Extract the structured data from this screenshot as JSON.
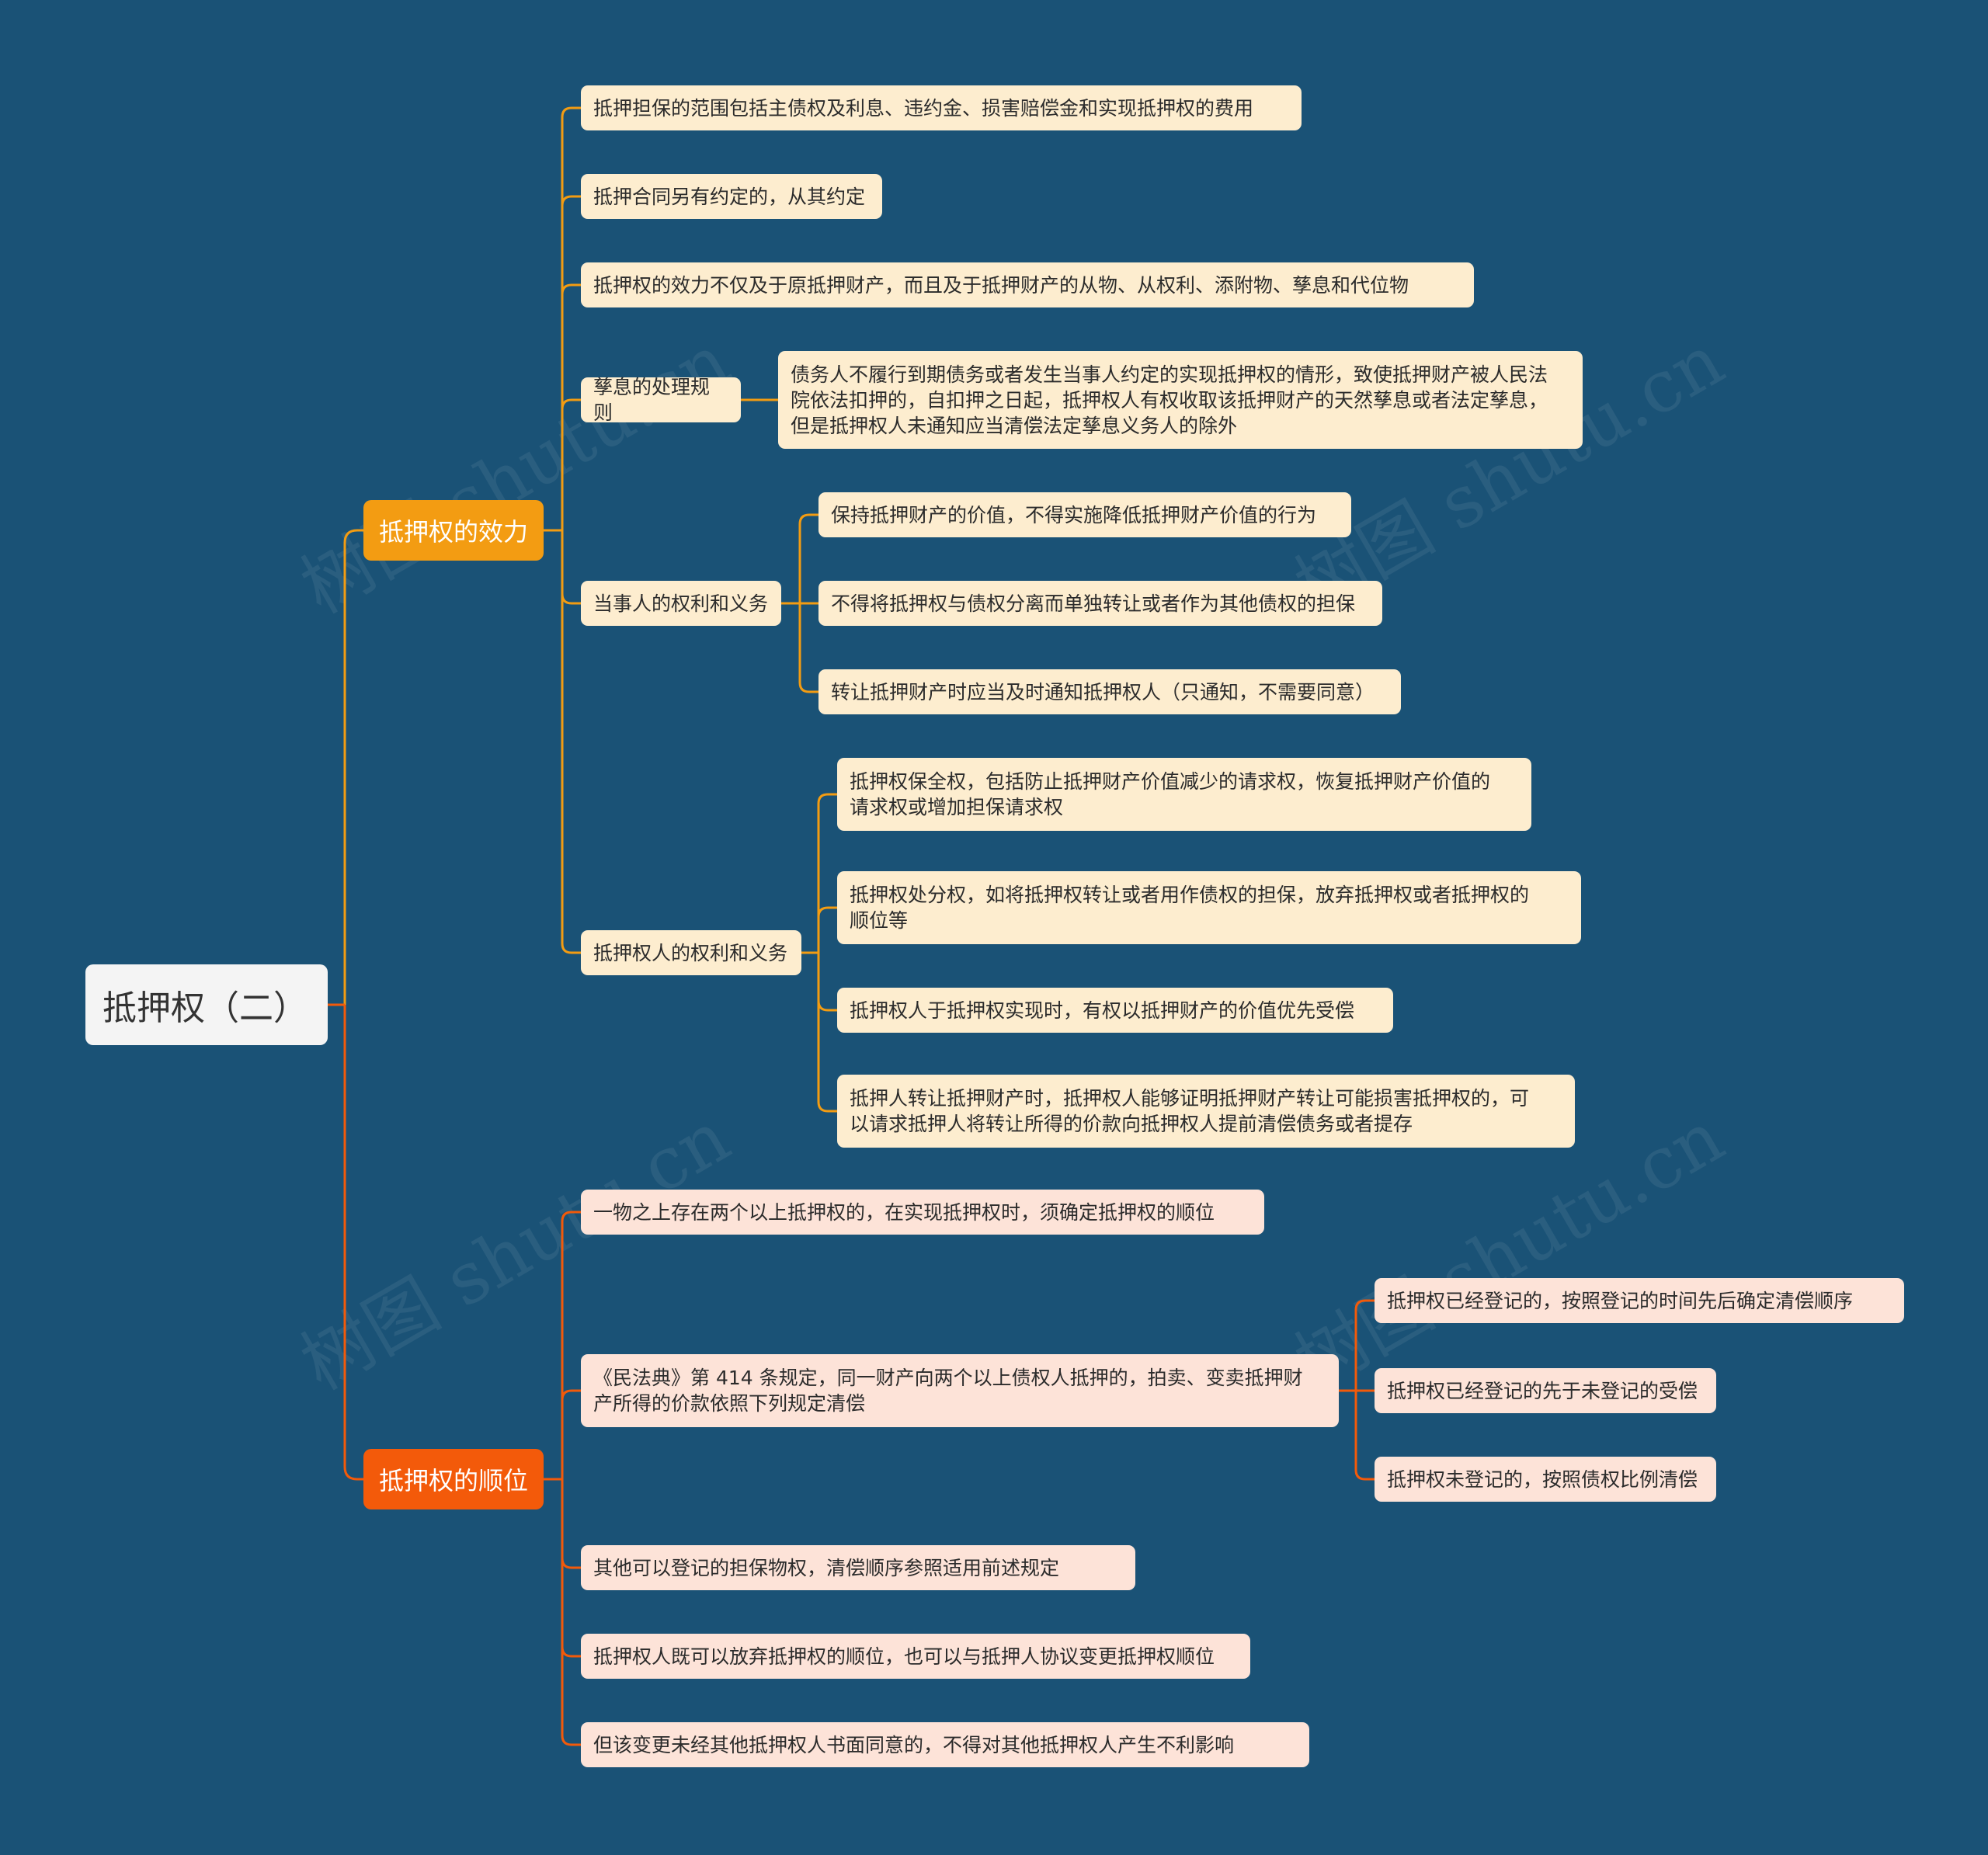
{
  "root": {
    "label": "抵押权（二）"
  },
  "watermark": "树图 shutu.cn",
  "colors": {
    "background": "#1a5276",
    "branch_a": "#f39c12",
    "branch_b": "#f35a0a",
    "leaf_a": "#fdedcf",
    "leaf_b": "#fde3d8"
  },
  "branch_a": {
    "label": "抵押权的效力",
    "n1": "抵押担保的范围包括主债权及利息、违约金、损害赔偿金和实现抵押权的费用",
    "n2": "抵押合同另有约定的，从其约定",
    "n3": "抵押权的效力不仅及于原抵押财产，而且及于抵押财产的从物、从权利、添附物、孳息和代位物",
    "n4": {
      "label": "孳息的处理规则",
      "c1": "债务人不履行到期债务或者发生当事人约定的实现抵押权的情形，致使抵押财产被人民法\n院依法扣押的，自扣押之日起，抵押权人有权收取该抵押财产的天然孳息或者法定孳息，\n但是抵押权人未通知应当清偿法定孳息义务人的除外"
    },
    "n5": {
      "label": "当事人的权利和义务",
      "c1": "保持抵押财产的价值，不得实施降低抵押财产价值的行为",
      "c2": "不得将抵押权与债权分离而单独转让或者作为其他债权的担保",
      "c3": "转让抵押财产时应当及时通知抵押权人（只通知，不需要同意）"
    },
    "n6": {
      "label": "抵押权人的权利和义务",
      "c1": "抵押权保全权，包括防止抵押财产价值减少的请求权，恢复抵押财产价值的\n请求权或增加担保请求权",
      "c2": "抵押权处分权，如将抵押权转让或者用作债权的担保，放弃抵押权或者抵押权的\n顺位等",
      "c3": "抵押权人于抵押权实现时，有权以抵押财产的价值优先受偿",
      "c4": "抵押人转让抵押财产时，抵押权人能够证明抵押财产转让可能损害抵押权的，可\n以请求抵押人将转让所得的价款向抵押权人提前清偿债务或者提存"
    }
  },
  "branch_b": {
    "label": "抵押权的顺位",
    "n1": "一物之上存在两个以上抵押权的，在实现抵押权时，须确定抵押权的顺位",
    "n2": {
      "label": "《民法典》第 414 条规定，同一财产向两个以上债权人抵押的，拍卖、变卖抵押财\n产所得的价款依照下列规定清偿",
      "c1": "抵押权已经登记的，按照登记的时间先后确定清偿顺序",
      "c2": "抵押权已经登记的先于未登记的受偿",
      "c3": "抵押权未登记的，按照债权比例清偿"
    },
    "n3": "其他可以登记的担保物权，清偿顺序参照适用前述规定",
    "n4": "抵押权人既可以放弃抵押权的顺位，也可以与抵押人协议变更抵押权顺位",
    "n5": "但该变更未经其他抵押权人书面同意的，不得对其他抵押权人产生不利影响"
  }
}
